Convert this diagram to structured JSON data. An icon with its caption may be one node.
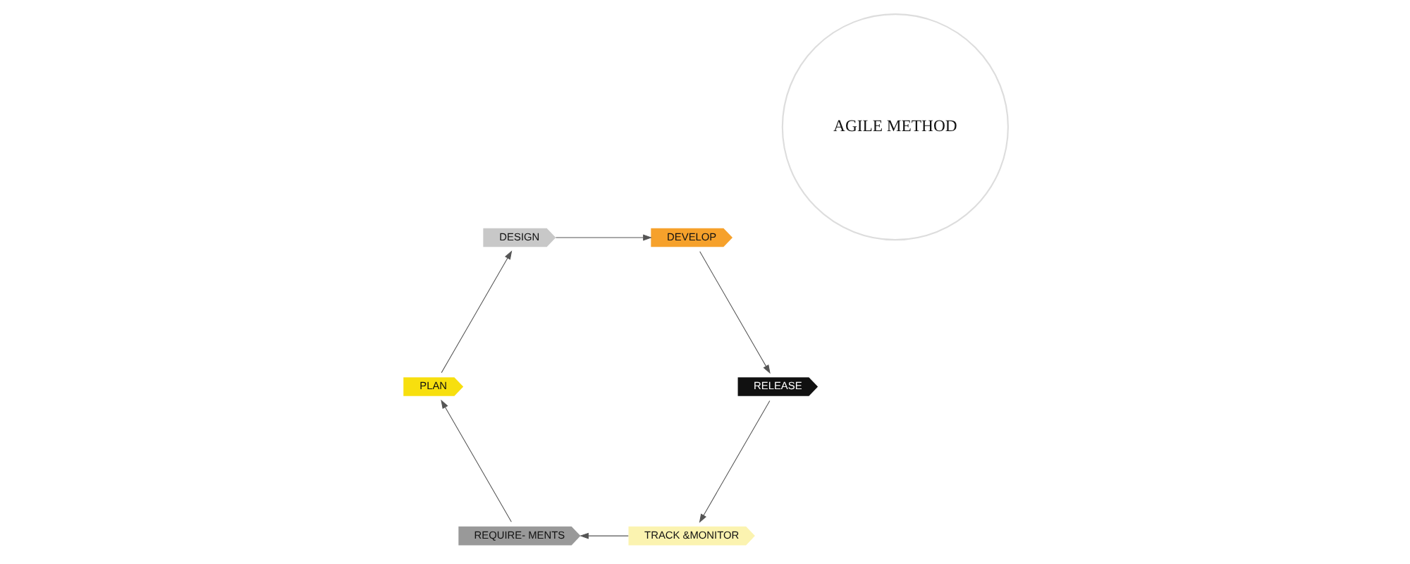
{
  "diagram": {
    "nodes": [
      {
        "text": [
          "AGILE METHOD"
        ]
      },
      {
        "text": [
          "TRACK &MONITOR"
        ]
      },
      {
        "text": [
          "REQUIRE- MENTS"
        ]
      },
      {
        "text": [
          "PLAN"
        ]
      },
      {
        "text": [
          "DESIGN"
        ]
      },
      {
        "text": [
          "DEVELOP"
        ]
      },
      {
        "text": [
          "RELEASE"
        ]
      }
    ],
    "edges": [
      {
        "from": 1,
        "to": 2,
        "arrow": "to"
      },
      {
        "from": 2,
        "to": 3,
        "arrow": "to"
      },
      {
        "from": 3,
        "to": 4,
        "arrow": "to"
      },
      {
        "from": 4,
        "to": 5,
        "arrow": "to"
      },
      {
        "from": 5,
        "to": 6,
        "arrow": "to"
      },
      {
        "from": 6,
        "to": 1,
        "arrow": "to"
      }
    ]
  }
}
